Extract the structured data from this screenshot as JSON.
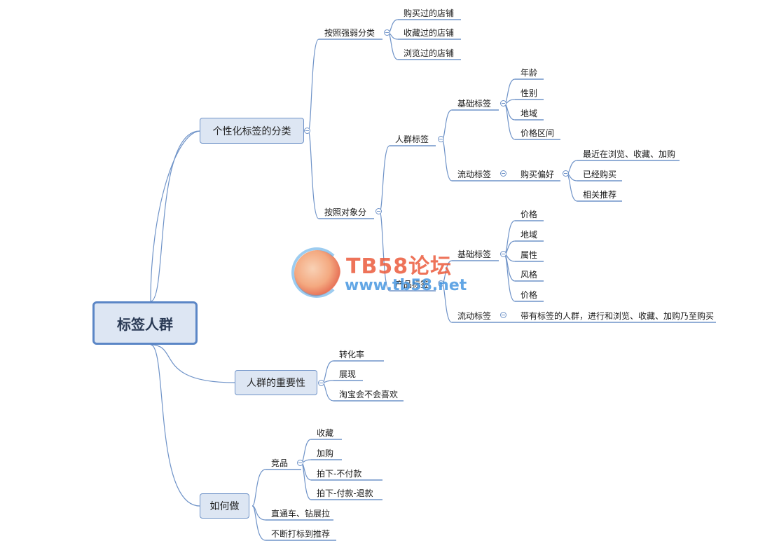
{
  "root": "标签人群",
  "branches": {
    "personal": "个性化标签的分类",
    "importance": "人群的重要性",
    "howto": "如何做"
  },
  "personal": {
    "by_strength": {
      "label": "按照强弱分类",
      "items": [
        "购买过的店铺",
        "收藏过的店铺",
        "浏览过的店铺"
      ]
    },
    "by_object": {
      "label": "按照对象分",
      "crowd": {
        "label": "人群标签",
        "basic": {
          "label": "基础标签",
          "items": [
            "年龄",
            "性别",
            "地域",
            "价格区间"
          ]
        },
        "flow": {
          "label": "流动标签",
          "pref": {
            "label": "购买偏好",
            "items": [
              "最近在浏览、收藏、加购",
              "已经购买",
              "相关推荐"
            ]
          }
        }
      },
      "product": {
        "label": "产品标签",
        "basic": {
          "label": "基础标签",
          "items": [
            "价格",
            "地域",
            "属性",
            "风格",
            "价格"
          ]
        },
        "flow": {
          "label": "流动标签",
          "item": "带有标签的人群，进行和浏览、收藏、加购乃至购买"
        }
      }
    }
  },
  "importance": {
    "items": [
      "转化率",
      "展现",
      "淘宝会不会喜欢"
    ]
  },
  "howto": {
    "competitor": {
      "label": "竞品",
      "items": [
        "收藏",
        "加购",
        "拍下-不付款",
        "拍下-付款-退款"
      ]
    },
    "items": [
      "直通车、钻展拉",
      "不断打标到推荐"
    ]
  },
  "watermark": {
    "title": "TB58论坛",
    "url": "www.tb58.net"
  },
  "colors": {
    "line": "#6f93c8",
    "node_fill": "#dde6f3",
    "root_border": "#5b86c6"
  }
}
